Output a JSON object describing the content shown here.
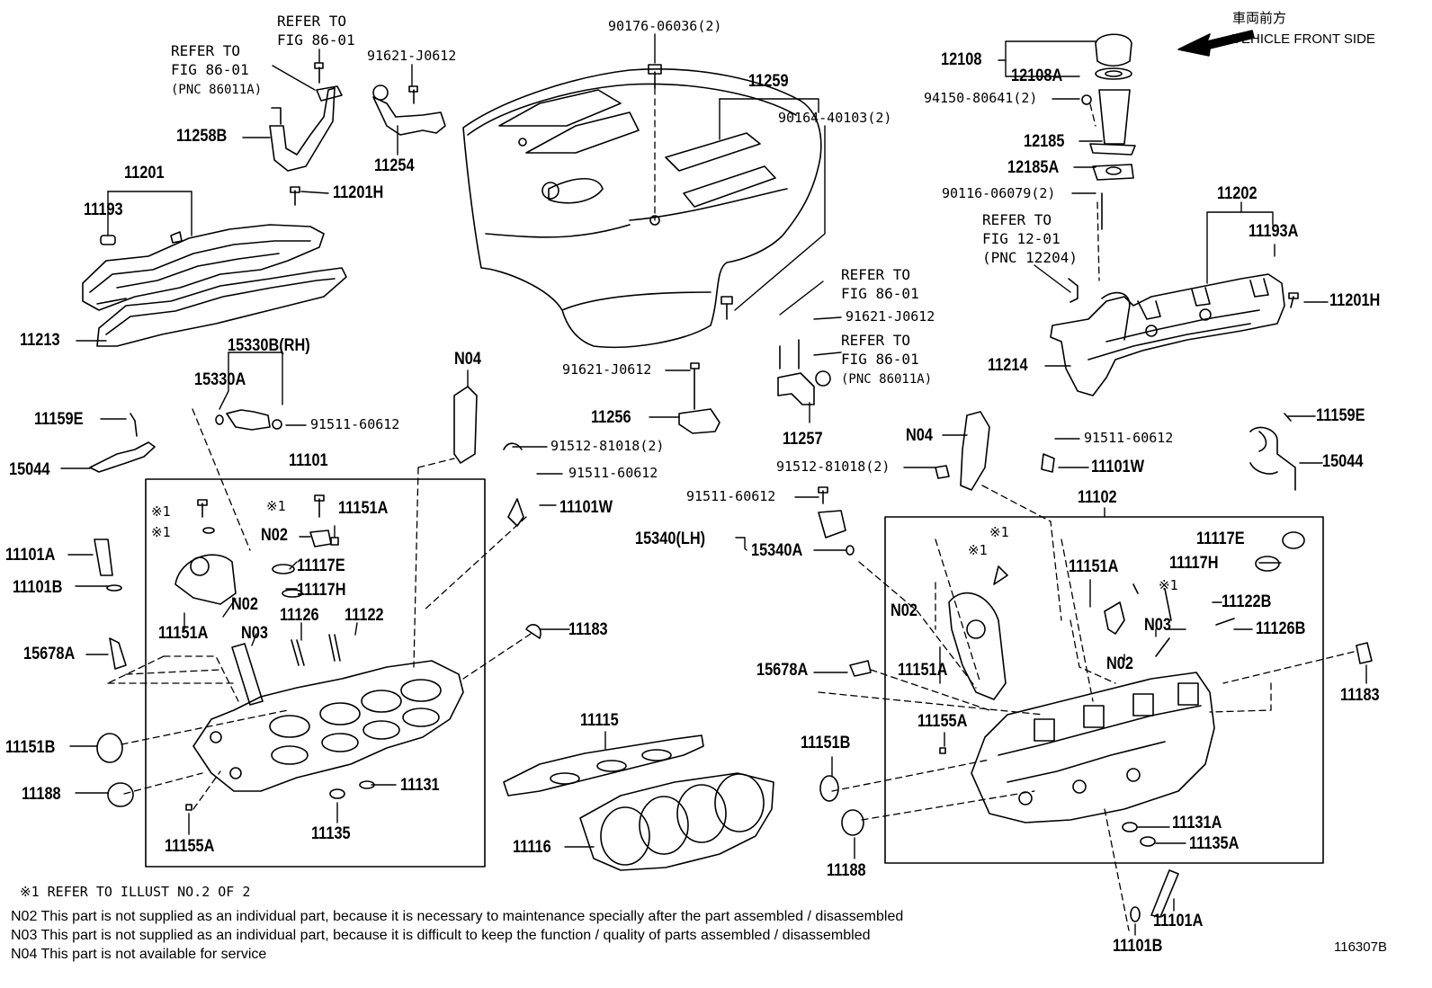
{
  "header": {
    "jp": "車両前方",
    "en": "VEHICLE FRONT SIDE"
  },
  "figure_id": "116307B",
  "refs": {
    "fig86_a": {
      "line1": "REFER TO",
      "line2": "FIG 86-01"
    },
    "fig86_b": {
      "line1": "REFER TO",
      "line2": "FIG 86-01",
      "line3": "(PNC 86011A)"
    },
    "fig86_c": {
      "line1": "REFER TO",
      "line2": "FIG 86-01"
    },
    "fig86_d": {
      "line1": "REFER TO",
      "line2": "FIG 86-01",
      "line3": "(PNC 86011A)"
    },
    "fig12": {
      "line1": "REFER TO",
      "line2": "FIG 12-01",
      "line3": "(PNC 12204)"
    }
  },
  "labels": {
    "p90176": "90176-06036(2)",
    "p11259": "11259",
    "p90164": "90164-40103(2)",
    "p91621_top": "91621-J0612",
    "p11258B": "11258B",
    "p11254": "11254",
    "p11201": "11201",
    "p11193": "11193",
    "p11201H_l": "11201H",
    "p11213": "11213",
    "p15330B": "15330B(RH)",
    "p15330A": "15330A",
    "p91511_l": "91511-60612",
    "p11159E_l": "11159E",
    "p15044_l": "15044",
    "pN04_l": "N04",
    "p91512_l": "91512-81018(2)",
    "p11101": "11101",
    "p91511_m": "91511-60612",
    "p11101W_l": "11101W",
    "pX1_a": "※1",
    "pX1_b": "※1",
    "pX1_c": "※1",
    "p11151A_l1": "11151A",
    "pN02_l1": "N02",
    "p11101A_l": "11101A",
    "p11101B_l": "11101B",
    "p11117E_l": "11117E",
    "p11117H_l": "11117H",
    "pN02_l2": "N02",
    "p11126": "11126",
    "p11122": "11122",
    "p11151A_l2": "11151A",
    "pN03_l": "N03",
    "p15678A_l": "15678A",
    "p11183_l": "11183",
    "p11151B_l": "11151B",
    "p11188_l": "11188",
    "p11131": "11131",
    "p11135": "11135",
    "p11155A_l": "11155A",
    "p11115": "11115",
    "p11116": "11116",
    "p91621_m": "91621-J0612",
    "p11256": "11256",
    "p91621_r": "91621-J0612",
    "p11257": "11257",
    "p91512_r": "91512-81018(2)",
    "pN04_r": "N04",
    "p91511_rl": "91511-60612",
    "p15340": "15340(LH)",
    "p15340A": "15340A",
    "p12108": "12108",
    "p12108A": "12108A",
    "p94150": "94150-80641(2)",
    "p12185": "12185",
    "p12185A": "12185A",
    "p90116": "90116-06079(2)",
    "p11202": "11202",
    "p11193A": "11193A",
    "p11201H_r": "11201H",
    "p11214": "11214",
    "p91511_r": "91511-60612",
    "p11101W_r": "11101W",
    "p11102": "11102",
    "p11159E_r": "11159E",
    "p15044_r": "15044",
    "p11117E_r": "11117E",
    "p11117H_r": "11117H",
    "pX1_d": "※1",
    "pX1_e": "※1",
    "pX1_f": "※1",
    "p11151A_r1": "11151A",
    "p11122B": "11122B",
    "pN03_r": "N03",
    "p11126B": "11126B",
    "pN02_r1": "N02",
    "pN02_r2": "N02",
    "p11151A_r2": "11151A",
    "p15678A_r": "15678A",
    "p11155A_r": "11155A",
    "p11151B_r": "11151B",
    "p11183_r": "11183",
    "p11188_r": "11188",
    "p11131A": "11131A",
    "p11135A": "11135A",
    "p11101A_r": "11101A",
    "p11101B_r": "11101B"
  },
  "notes": [
    "※1  REFER TO ILLUST NO.2 OF 2",
    "N02  This part is not supplied as an individual part, because it is necessary to maintenance specially after the part assembled / disassembled",
    "N03  This part is not supplied as an individual part, because it is difficult to keep the function / quality of parts  assembled / disassembled",
    "N04  This part is not available for service"
  ]
}
